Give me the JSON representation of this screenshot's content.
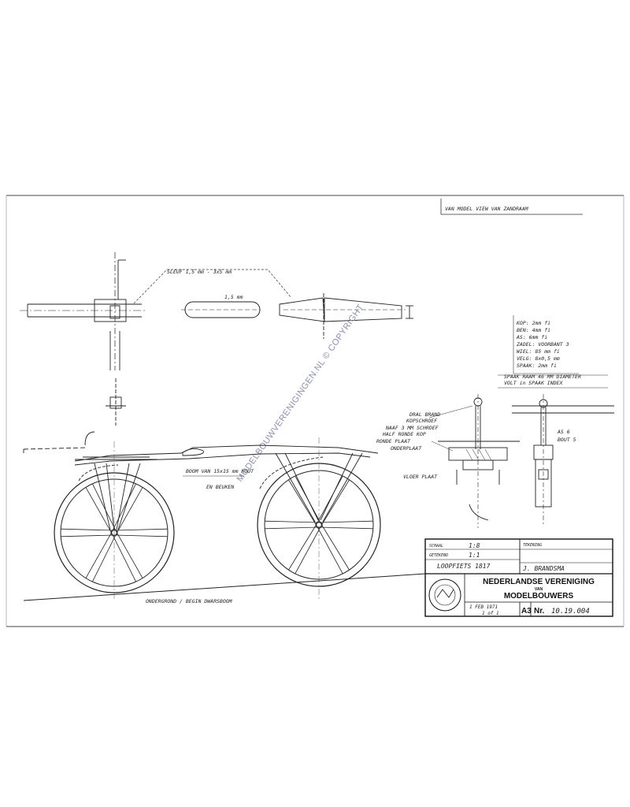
{
  "sheet": {
    "header_note": "VAN MODEL VIEW VAN ZANDRAAM",
    "watermark": "MODELBOUWVERENIGINGEN.NL © COPYRIGHT"
  },
  "annotations": {
    "top_detail": "SLEUF 1,5 mm - 3x5 mm",
    "slot_label": "1,5 mm",
    "material_list": [
      "KOP: 2mm fi",
      "BEN: 4mm fi",
      "AS: 6mm fi",
      "ZADEL: VOORBANT 3",
      "WIEL: 85 mm fi",
      "VELG: 8x0,5 mm",
      "SPAAK: 2mm fi"
    ],
    "spoke_note_1": "SPAAK RAAM 46 MM DIAMETER",
    "spoke_note_2": "VOLT in SPAAK INDEX",
    "hub_notes": [
      "DRAL BRAND",
      "KOPSCHROEF",
      "NAAF 3 MM SCHROEF",
      "HALF RONDE KOP",
      "RONDE PLAAT",
      "ONDERPLAAT"
    ],
    "axle_note": [
      "AS 6",
      "BOUT 5"
    ],
    "frame_note": [
      "BOOM VAN 15x15 mm HOUT",
      "EN BEUKEN"
    ],
    "hub_bottom": "VLOER PLAAT",
    "ground": "ONDERGROND / BEGIN DWARSBOOM"
  },
  "title_block": {
    "scale_label": "SCHAAL",
    "scale_value": "1:8",
    "drawn_label": "GETEKEND",
    "drawn_value": "1:1",
    "designer": "LOOPFIETS 1817",
    "title_label": "TEKENING",
    "drawer": "J. BRANDSMA",
    "org_line1": "NEDERLANDSE VERENIGING",
    "org_van": "VAN",
    "org_line2": "MODELBOUWERS",
    "date_text": "1 FEB 1971",
    "sheet_num": "1 of 1",
    "format": "A3",
    "nr_label": "Nr.",
    "nr_value": "10.19.004"
  }
}
